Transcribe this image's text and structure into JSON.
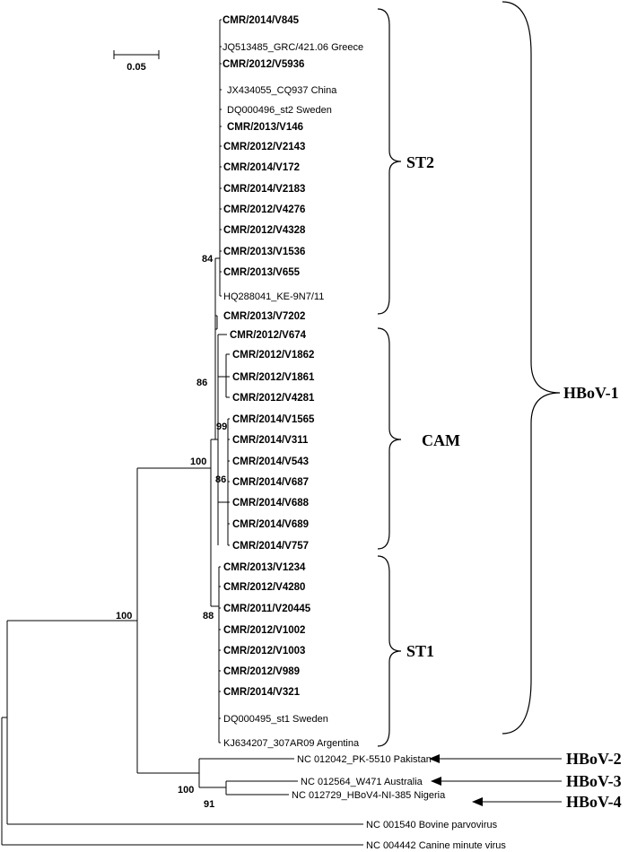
{
  "tree": {
    "scale_bar": {
      "label": "0.05",
      "value": 0.05
    },
    "taxa": [
      {
        "label": "CMR/2014/V845",
        "bold": true
      },
      {
        "label": "JQ513485_GRC/421.06 Greece",
        "bold": false
      },
      {
        "label": "CMR/2012/V5936",
        "bold": true
      },
      {
        "label": "JX434055_CQ937 China",
        "bold": false
      },
      {
        "label": "DQ000496_st2 Sweden",
        "bold": false
      },
      {
        "label": "CMR/2013/V146",
        "bold": true
      },
      {
        "label": "CMR/2012/V2143",
        "bold": true
      },
      {
        "label": "CMR/2014/V172",
        "bold": true
      },
      {
        "label": "CMR/2014/V2183",
        "bold": true
      },
      {
        "label": "CMR/2012/V4276",
        "bold": true
      },
      {
        "label": "CMR/2012/V4328",
        "bold": true
      },
      {
        "label": "CMR/2013/V1536",
        "bold": true
      },
      {
        "label": "CMR/2013/V655",
        "bold": true
      },
      {
        "label": "HQ288041_KE-9N7/11",
        "bold": false
      },
      {
        "label": "CMR/2013/V7202",
        "bold": true
      },
      {
        "label": "CMR/2012/V674",
        "bold": true
      },
      {
        "label": "CMR/2012/V1862",
        "bold": true
      },
      {
        "label": "CMR/2012/V1861",
        "bold": true
      },
      {
        "label": "CMR/2012/V4281",
        "bold": true
      },
      {
        "label": "CMR/2014/V1565",
        "bold": true
      },
      {
        "label": "CMR/2014/V311",
        "bold": true
      },
      {
        "label": "CMR/2014/V543",
        "bold": true
      },
      {
        "label": "CMR/2014/V687",
        "bold": true
      },
      {
        "label": "CMR/2014/V688",
        "bold": true
      },
      {
        "label": "CMR/2014/V689",
        "bold": true
      },
      {
        "label": "CMR/2014/V757",
        "bold": true
      },
      {
        "label": "CMR/2013/V1234",
        "bold": true
      },
      {
        "label": "CMR/2012/V4280",
        "bold": true
      },
      {
        "label": "CMR/2011/V20445",
        "bold": true
      },
      {
        "label": "CMR/2012/V1002",
        "bold": true
      },
      {
        "label": "CMR/2012/V1003",
        "bold": true
      },
      {
        "label": "CMR/2012/V989",
        "bold": true
      },
      {
        "label": "CMR/2014/V321",
        "bold": true
      },
      {
        "label": "DQ000495_st1 Sweden",
        "bold": false
      },
      {
        "label": "KJ634207_307AR09 Argentina",
        "bold": false
      },
      {
        "label": "NC 012042_PK-5510 Pakistan",
        "bold": false
      },
      {
        "label": "NC 012564_W471 Australia",
        "bold": false
      },
      {
        "label": "NC 012729_HBoV4-NI-385 Nigeria",
        "bold": false
      },
      {
        "label": "NC 001540 Bovine parvovirus",
        "bold": false
      },
      {
        "label": "NC 004442 Canine minute virus",
        "bold": false
      }
    ],
    "support_values": [
      "84",
      "86",
      "99",
      "86",
      "100",
      "88",
      "100",
      "100",
      "91"
    ],
    "clades": {
      "st2": "ST2",
      "cam": "CAM",
      "st1": "ST1",
      "hbov1": "HBoV-1",
      "hbov2": "HBoV-2",
      "hbov3": "HBoV-3",
      "hbov4": "HBoV-4"
    }
  }
}
